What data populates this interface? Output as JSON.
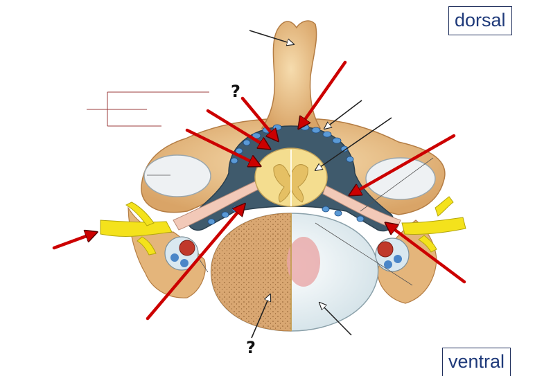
{
  "labels": {
    "dorsal": "dorsal",
    "ventral": "ventral",
    "question_top": "?",
    "question_bottom": "?"
  },
  "colors": {
    "bone": "#e9c08a",
    "bone_dark": "#c8955a",
    "dura_blue": "#4a86c8",
    "spinal_cord": "#f3dc8c",
    "nerve_yellow": "#f4e21c",
    "artery_red": "#c0392b",
    "pointer_red": "#cc0000",
    "disc_white": "#e8f0f3",
    "orientation_text": "#1f3a7a"
  },
  "icons": [
    "red-pointer-arrow",
    "open-pointer-arrow",
    "question-mark"
  ]
}
